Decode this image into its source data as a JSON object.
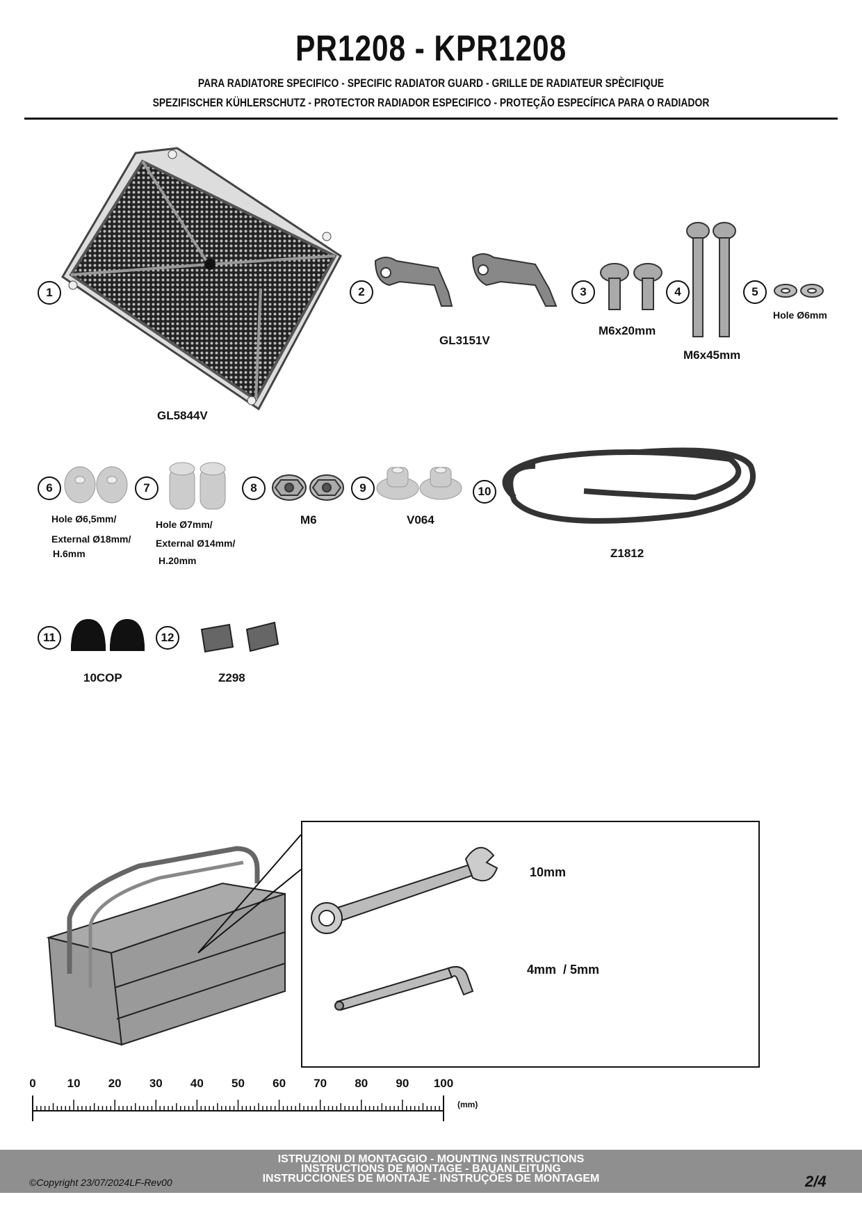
{
  "header": {
    "title": "PR1208 - KPR1208",
    "subtitle_line1": "PARA RADIATORE SPECIFICO - SPECIFIC RADIATOR GUARD - GRILLE DE RADIATEUR SPÈCIFIQUE",
    "subtitle_line2": "SPEZIFISCHER KÜHLERSCHUTZ - PROTECTOR RADIADOR ESPECIFICO - PROTEÇÃO ESPECÍFICA PARA O RADIADOR"
  },
  "parts": [
    {
      "num": "1",
      "code": "GL5844V"
    },
    {
      "num": "2",
      "code": "GL3151V"
    },
    {
      "num": "3",
      "code": "M6x20mm"
    },
    {
      "num": "4",
      "code": "M6x45mm"
    },
    {
      "num": "5",
      "code": "Hole Ø6mm"
    },
    {
      "num": "6",
      "spec1": "Hole Ø6,5mm/",
      "spec2": "External Ø18mm/",
      "spec3": "H.6mm"
    },
    {
      "num": "7",
      "spec1": "Hole Ø7mm/",
      "spec2": "External Ø14mm/",
      "spec3": "H.20mm"
    },
    {
      "num": "8",
      "code": "M6"
    },
    {
      "num": "9",
      "code": "V064"
    },
    {
      "num": "10",
      "code": "Z1812"
    },
    {
      "num": "11",
      "code": "10COP"
    },
    {
      "num": "12",
      "code": "Z298"
    }
  ],
  "tools": {
    "wrench_size": "10mm",
    "allen_size": "4mm  / 5mm"
  },
  "scale": {
    "ticks": [
      "0",
      "10",
      "20",
      "30",
      "40",
      "50",
      "60",
      "70",
      "80",
      "90",
      "100"
    ],
    "unit": "(mm)"
  },
  "footer": {
    "line1": "ISTRUZIONI DI MONTAGGIO  -  MOUNTING INSTRUCTIONS",
    "line2": "INSTRUCTIONS DE MONTAGE - BAUANLEITUNG",
    "line3": "INSTRUCCIONES DE MONTAJE - INSTRUÇÕES DE MONTAGEM",
    "copyright": "©Copyright 23/07/2024LF-Rev00",
    "page": "2/4"
  }
}
